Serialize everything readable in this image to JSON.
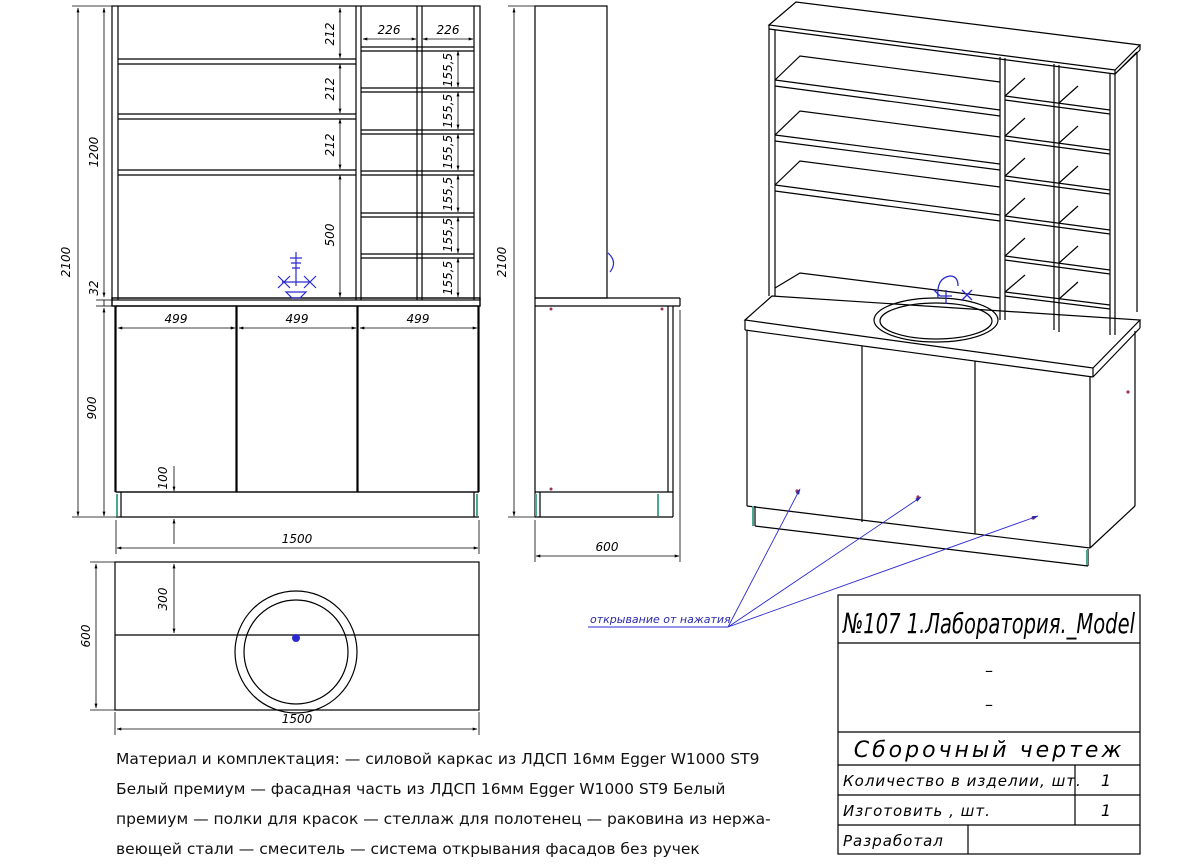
{
  "dimensions": {
    "front_shelf_heights": [
      "212",
      "212",
      "212",
      "500"
    ],
    "rack_widths": [
      "226",
      "226"
    ],
    "rack_shelf_heights": [
      "155,5",
      "155,5",
      "155,5",
      "155,5",
      "155,5",
      "155,5"
    ],
    "total_height_front": "2100",
    "upper_height": "1200",
    "worktop_thickness": "32",
    "base_height": "900",
    "plinth_height": "100",
    "door_widths": [
      "499",
      "499",
      "499"
    ],
    "total_width": "1500",
    "total_height_side": "2100",
    "side_depth": "600",
    "plan_depth": "600",
    "plan_upper_depth": "300",
    "plan_width": "1500"
  },
  "note": "открывание от нажатия",
  "title_block": {
    "title": "№107 1.Лаборатория._Model",
    "dash1": "–",
    "dash2": "–",
    "doc_type": "Сборочный чертеж",
    "qty_label": "Количество в изделии, шт.",
    "qty_value": "1",
    "make_label": "Изготовить , шт.",
    "make_value": "1",
    "developer_label": "Разработал"
  },
  "material_text": "Материал и комплектация: — силовой каркас из ЛДСП 16мм Egger W1000 ST9 Белый премиум — фасадная часть из ЛДСП 16мм Egger W1000 ST9  Белый премиум — полки для красок — стеллаж для полотенец — раковина из нержа- веющей стали — смеситель — система открывания фасадов без ручек",
  "colors": {
    "line": "#000000",
    "note": "#2a2aa8",
    "plinth": "#4aa890"
  }
}
